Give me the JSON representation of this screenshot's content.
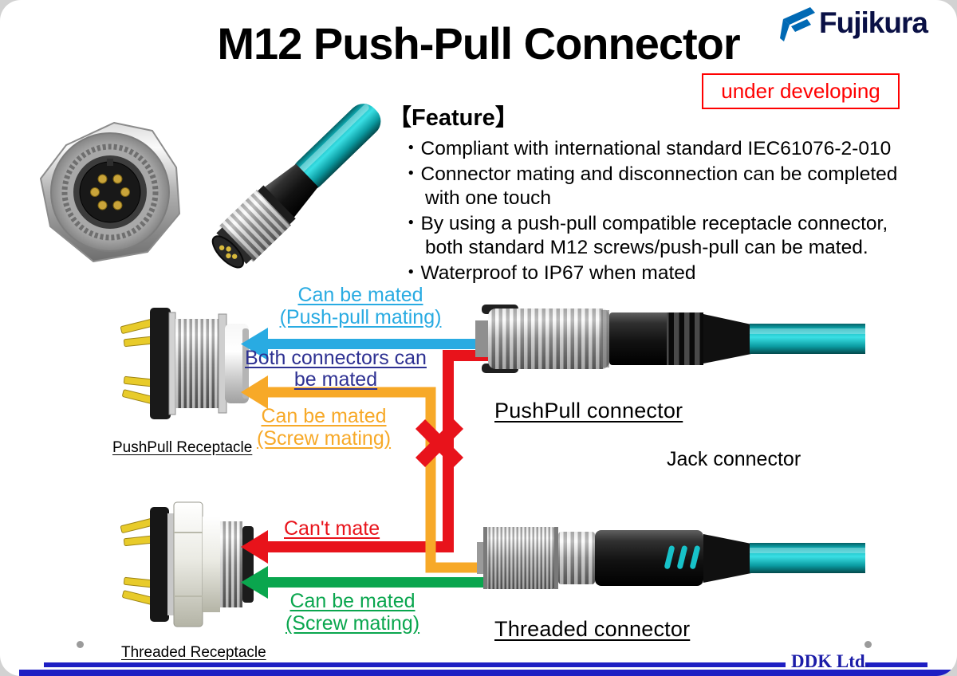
{
  "header": {
    "title": "M12 Push-Pull Connector",
    "brand": "Fujikura",
    "brand_color": "#0069B4",
    "status_badge": "under developing",
    "status_color": "#FF0000"
  },
  "features": {
    "heading": "【Feature】",
    "items": [
      "Compliant with international standard IEC61076-2-010",
      "Connector mating and disconnection can be completed with one touch",
      "By using a push-pull compatible receptacle connector, both standard M12 screws/push-pull can be mated.",
      "Waterproof to IP67 when mated"
    ]
  },
  "diagram": {
    "annotations": {
      "pushpull_mating": {
        "line1": "Can be mated",
        "line2": "(Push-pull mating)",
        "color": "#29ABE2"
      },
      "both_mating": {
        "line1": "Both connectors can",
        "line2": "be mated",
        "color": "#2E3192"
      },
      "screw_mating_top": {
        "line1": "Can be mated",
        "line2": "(Screw mating)",
        "color": "#F7A928"
      },
      "cant_mate": {
        "label": "Can't mate",
        "color": "#E8131B"
      },
      "screw_mating_bottom": {
        "line1": "Can be mated",
        "line2": "(Screw mating)",
        "color": "#0AA64E"
      }
    },
    "labels": {
      "pushpull_receptacle": "PushPull Receptacle",
      "threaded_receptacle": "Threaded Receptacle",
      "pushpull_connector": "PushPull connector",
      "jack_connector": "Jack connector",
      "threaded_connector": "Threaded connector"
    },
    "cable_color": "#12B9C0"
  },
  "footer": {
    "company": "DDK Ltd.",
    "bar_color": "#1E1FC3"
  }
}
